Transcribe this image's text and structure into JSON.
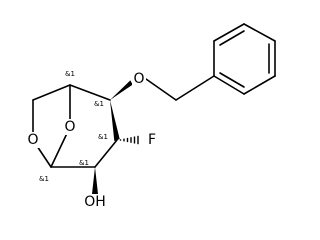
{
  "atoms": {
    "o_ring": "O",
    "o_bridge": "O",
    "o_benzyl": "O",
    "fluorine": "F",
    "hydroxyl": "OH"
  },
  "stereo_labels": {
    "bridgehead_top": "&1",
    "c_obn": "&1",
    "c_f": "&1",
    "c_oh": "&1",
    "bridgehead_bottom": "&1"
  }
}
